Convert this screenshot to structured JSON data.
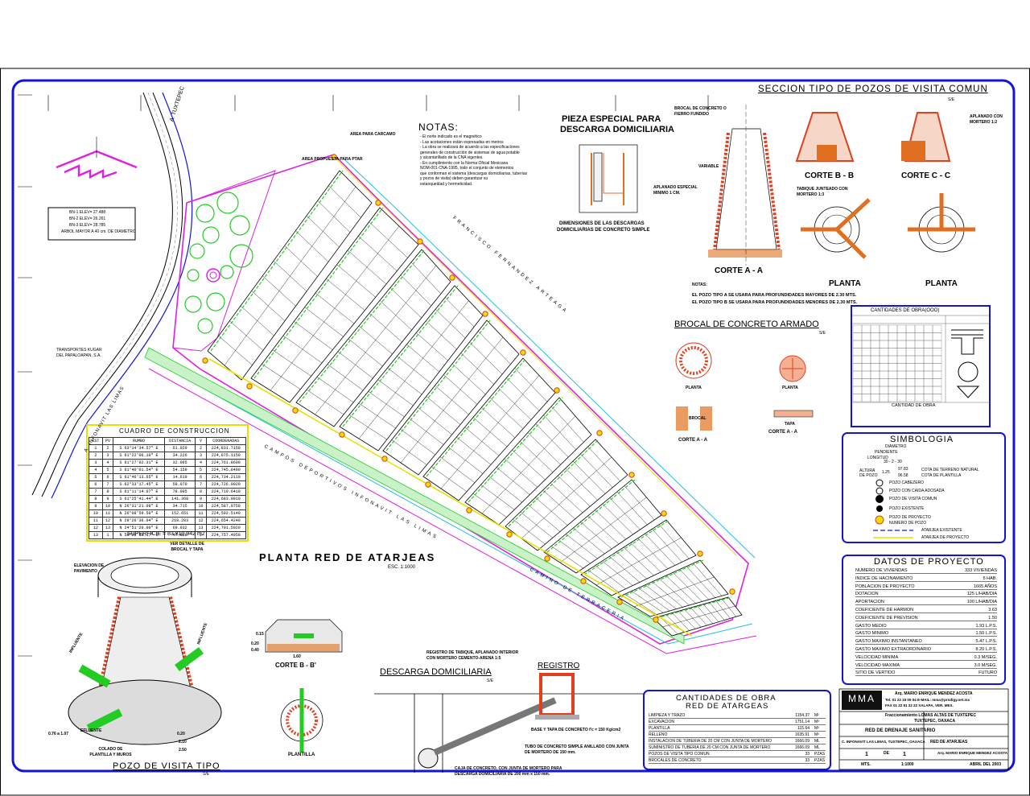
{
  "sheet": {
    "colors": {
      "frame": "#1414d8",
      "magenta": "#e020e0",
      "green": "#22cc22",
      "red": "#e04020",
      "cyan": "#20c0e0",
      "yellow": "#e8e000",
      "orange": "#e07020"
    }
  },
  "plan": {
    "title": "PLANTA RED DE ATARJEAS",
    "scale": "ESC. 1:1000",
    "road_label": "A. TUXTEPEC",
    "street_1": "FRANCISCO FERNANDEZ ARTEAGA",
    "street_2": "CAMPOS DEPORTIVOS INFONAVIT LAS LIMAS",
    "street_3": "A. INFONAVIT LAS LIMAS",
    "street_4": "CAMINO DE TERRACERIA",
    "area_carcamo": "AREA PARA CARCAMO",
    "area_ptar": "AREA PROPUESTA PARA PTAR",
    "neighbor": "TRANSPORTES KUGAR DEL PAPALOAPAN, S.A."
  },
  "legend_small": {
    "items": [
      "BN-1 ELEV= 27.488",
      "BN-2 ELEV= 26.261",
      "BN-3 ELEV= 28.785",
      "ARBOL MAYOR A 40 cm. DE DIAMETRO"
    ]
  },
  "notes": {
    "title": "NOTAS:",
    "lines": [
      "- El norte indicado es el magnético",
      "- Las acotaciones están expresadas en metros",
      "- La obra se realizará de acuerdo a las especificaciones",
      "  generales de construcción de sistemas de agua potable",
      "  y alcantarillado de la CNA vigentes.",
      "- En cumplimiento con la Norma Oficial Mexicana",
      "  NOM-001-CNA-1995, todo el conjunto de elementos",
      "  que conforman el sistema (descargas domiciliarias, tuberías",
      "  y pozos de visita) deben garantizar su",
      "  estanqueidad y hermeticidad."
    ]
  },
  "pieza": {
    "title_1": "PIEZA ESPECIAL PARA",
    "title_2": "DESCARGA DOMICILIARIA",
    "caption_1": "DIMENSIONES DE LAS DESCARGAS",
    "caption_2": "DOMICILIARIAS DE CONCRETO SIMPLE"
  },
  "seccion": {
    "title": "SECCION TIPO DE POZOS DE VISITA COMUN",
    "scale": "S/E",
    "brocal": "BROCAL DE CONCRETO O FIERRO FUNDIDO",
    "aplanado": "APLANADO CON MORTERO 1:2",
    "aplanado_esp": "APLANADO ESPECIAL MINIMO 1 CM.",
    "tabique": "TABIQUE JUNTEADO CON MORTERO 1:3",
    "variable": "VARIABLE",
    "corte_aa": "CORTE A - A",
    "corte_bb": "CORTE B - B",
    "corte_cc": "CORTE C - C",
    "planta": "PLANTA",
    "notas_title": "NOTAS:",
    "nota_1": "EL POZO TIPO A SE USARA PARA PROFUNDIDADES MAYORES DE 2.30 MTS.",
    "nota_2": "EL POZO TIPO B SE USARA PARA PROFUNDIDADES MENORES DE 2.30 MTS."
  },
  "brocal": {
    "title": "BROCAL DE CONCRETO ARMADO",
    "scale": "S/E",
    "planta": "PLANTA",
    "brocal": "BROCAL",
    "corte": "CORTE A - A",
    "tapa": "TAPA",
    "tapa_corte": "CORTE A - A"
  },
  "cuadro": {
    "title": "CUADRO DE CONSTRUCCION",
    "headers": [
      "EST",
      "PV",
      "RUMBO",
      "DISTANCIA",
      "V",
      "COORDENADAS"
    ],
    "rows": [
      [
        "1",
        "2",
        "S 63°14'34.57\" E",
        "51.029",
        "2",
        "224,831.7150"
      ],
      [
        "2",
        "3",
        "S 61°22'06.10\" E",
        "34.226",
        "3",
        "224,875.1150"
      ],
      [
        "3",
        "4",
        "S 61°27'02.31\" E",
        "32.065",
        "4",
        "224,761.8600"
      ],
      [
        "4",
        "5",
        "S 61°40'01.54\" E",
        "54.159",
        "5",
        "224,745.8490"
      ],
      [
        "5",
        "6",
        "S 61°46'13.65\" E",
        "14.619",
        "6",
        "224,734.2110"
      ],
      [
        "6",
        "7",
        "S 62°33'17.45\" E",
        "58.070",
        "7",
        "224,726.0020"
      ],
      [
        "7",
        "8",
        "S 61°11'14.07\" E",
        "78.005",
        "8",
        "224,719.6410"
      ],
      [
        "8",
        "9",
        "S 61°25'41.44\" E",
        "141.368",
        "9",
        "224,683.0910"
      ],
      [
        "9",
        "10",
        "N 26°31'21.09\" E",
        "34.715",
        "10",
        "224,587.0750"
      ],
      [
        "10",
        "11",
        "N 26°08'59.50\" E",
        "152.651",
        "11",
        "224,592.5140"
      ],
      [
        "11",
        "12",
        "N 29°26'36.04\" E",
        "218.203",
        "12",
        "224,654.4240"
      ],
      [
        "12",
        "13",
        "N 24°51'20.00\" E",
        "69.032",
        "13",
        "224,701.5020"
      ],
      [
        "13",
        "1",
        "N 59°28'11.17\" E",
        "47.820",
        "1",
        "224,757.4050"
      ]
    ],
    "superficie": "SUPERFICIE = 83,810.942 m2"
  },
  "cantidades_small": {
    "title": "CANTIDADES DE OBRA(OOO)",
    "subtitle": "CANTIDAD DE OBRA"
  },
  "simbologia": {
    "title": "SIMBOLOGIA",
    "cota_1": "COTA DE TERRENO NATURAL",
    "cota_2": "COTA DE PLANTILLA",
    "items": [
      "POZO CABEZERO",
      "POZO CON CAIDA ADOSADA",
      "POZO DE VISITA COMUN",
      "POZO EXISTENTE",
      "POZO DE PROYECTO",
      "NUMERO DE POZO",
      "ATARJEA EXISTENTE",
      "ATARJEA DE PROYECTO"
    ],
    "diam": "DIAMETRO",
    "pend": "PENDIENTE",
    "long": "LONGITUD",
    "example": "30 - 2 - 30",
    "altura": "ALTURA DE POZO",
    "v1": "1.25",
    "v2": "97.83",
    "v3": "96.58"
  },
  "datos": {
    "title": "DATOS DE PROYECTO",
    "rows": [
      [
        "NUMERO DE VIVIENDAS",
        "333 VIVIENDAS"
      ],
      [
        "INDICE DE HACINAMIENTO",
        "5 HAB."
      ],
      [
        "POBLACION DE PROYECTO",
        "1665 AÑOS"
      ],
      [
        "DOTACION",
        "125 L/HAB/DIA"
      ],
      [
        "APORTACION",
        "100 L/HAB/DIA"
      ],
      [
        "COEFICIENTE DE HARMON",
        "3.63"
      ],
      [
        "COEFICIENTE DE PREVISION",
        "1.50"
      ],
      [
        "GASTO MEDIO",
        "1.93 L.P.S."
      ],
      [
        "GASTO MINIMO",
        "1.50 L.P.S."
      ],
      [
        "GASTO MAXIMO INSTANTANEO",
        "5.47 L.P.S."
      ],
      [
        "GASTO MAXIMO EXTRAORDINARIO",
        "8.20 L.P.S."
      ],
      [
        "VELOCIDAD MINIMA",
        "0.3 M/SEG."
      ],
      [
        "VELOCIDAD MAXIMA",
        "3.0 M/SEG."
      ],
      [
        "SITIO DE VERTIDO",
        "FUTURO"
      ]
    ]
  },
  "cantidades": {
    "title_1": "CANTIDADES DE OBRA",
    "title_2": "RED DE ATARGEAS",
    "rows": [
      [
        "LIMPIEZA Y TRAZO",
        "1154.37",
        "M²"
      ],
      [
        "EXCAVACION",
        "1751.14",
        "M³"
      ],
      [
        "PLANTILLA",
        "115.64",
        "M³"
      ],
      [
        "RELLENO",
        "1635.91",
        "M³"
      ],
      [
        "INSTALACION DE TUBERIA DE 20 CM CON JUNTA DE MORTERO",
        "1666.09",
        "ML"
      ],
      [
        "SUMINISTRO DE TUBERIA DE 20 CM CON JUNTA DE MORTERO",
        "1666.09",
        "ML"
      ],
      [
        "POZOS DE VISITA TIPO COMUN",
        "33",
        "PZAS"
      ],
      [
        "BROCALES DE CONCRETO",
        "33",
        "PZAS"
      ]
    ]
  },
  "title_block": {
    "logo": "MMA",
    "arq": "Arq. MARIO ENRIQUE MENDEZ ACOSTA",
    "tel": "Tel. 01 22 15 05 04   E-MAIL: mma@prodigy.net.mx",
    "fax": "FAX 01 22 81 22 22   XALAPA, VER. MEX.",
    "project": "Fraccionamiento LOMAS ALTAS DE TUXTEPEC",
    "place": "TUXTEPEC, OAXACA",
    "plano": "RED DE DRENAJE SANITARIO",
    "ubic": "C. INFONAVIT LAS LIMAS, TUXTEPEC, OAXACA",
    "tipo": "RED DE ATARJEAS",
    "hoja_a": "1",
    "de": "DE",
    "hoja_b": "1",
    "revisor": "Arq. MARIO ENRIQUE MENDEZ ACOSTA",
    "unit": "MTS.",
    "esc": "1:1000",
    "fecha": "ABRIL DEL 2003"
  },
  "pozo": {
    "title": "POZO DE VISITA TIPO",
    "scale": "S/E",
    "elev": "ELEVACION DE PAVIMENTO",
    "brocal": "VER DETALLE DE BROCAL Y TAPA",
    "influente": "INFLUENTE",
    "efluente": "EFLUENTE",
    "colado": "COLADO DE PLANTILLA Y MUROS",
    "dims": [
      "0.76 a 1.07",
      "0.20",
      "2.10",
      "2.50"
    ]
  },
  "corte_b": {
    "title": "CORTE B - B'",
    "planta": "PLANTILLA",
    "dims": [
      "0.15",
      "0.20",
      "0.40",
      "1.60"
    ]
  },
  "descarga": {
    "title": "DESCARGA DOMICILIARIA",
    "scale": "S/E",
    "registro": "REGISTRO",
    "reg_text": "REGISTRO DE TABIQUE, APLANADO INTERIOR CON MORTERO CEMENTO-ARENA 1:5",
    "base": "BASE Y TAPA DE CONCRETO f'c = 150 Kg/cm2",
    "tubo": "TUBO DE CONCRETO SIMPLE ANILLADO CON JUNTA DE MORTERO DE 150 mm.",
    "caja": "CAJA DE CONCRETO, CON JUNTA DE MORTERO PARA DESCARGA DOMICILIARIA DE 200 mm x 150 mm."
  }
}
